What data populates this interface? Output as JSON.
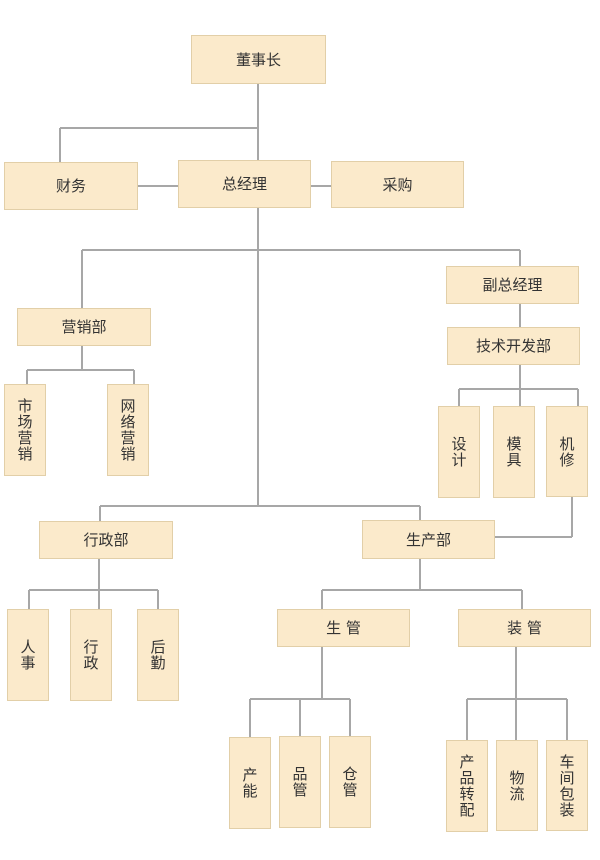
{
  "org_chart": {
    "chairman": "董事长",
    "finance": "财务",
    "general_manager": "总经理",
    "purchasing": "采购",
    "deputy_gm": "副总经理",
    "tech_dev": "技术开发部",
    "design": "设计",
    "mold": "模具",
    "maintenance": "机修",
    "marketing": "营销部",
    "market_sales": "市场营销",
    "online_sales": "网络营销",
    "admin": "行政部",
    "hr": "人事",
    "administration": "行政",
    "logistics_support": "后勤",
    "production": "生产部",
    "production_control": "生 管",
    "assembly_control": "装 管",
    "capacity": "产能",
    "quality": "品管",
    "warehouse": "仓管",
    "product_transfer": "产品转配",
    "logistics": "物流",
    "workshop_packaging": "车间包装"
  }
}
